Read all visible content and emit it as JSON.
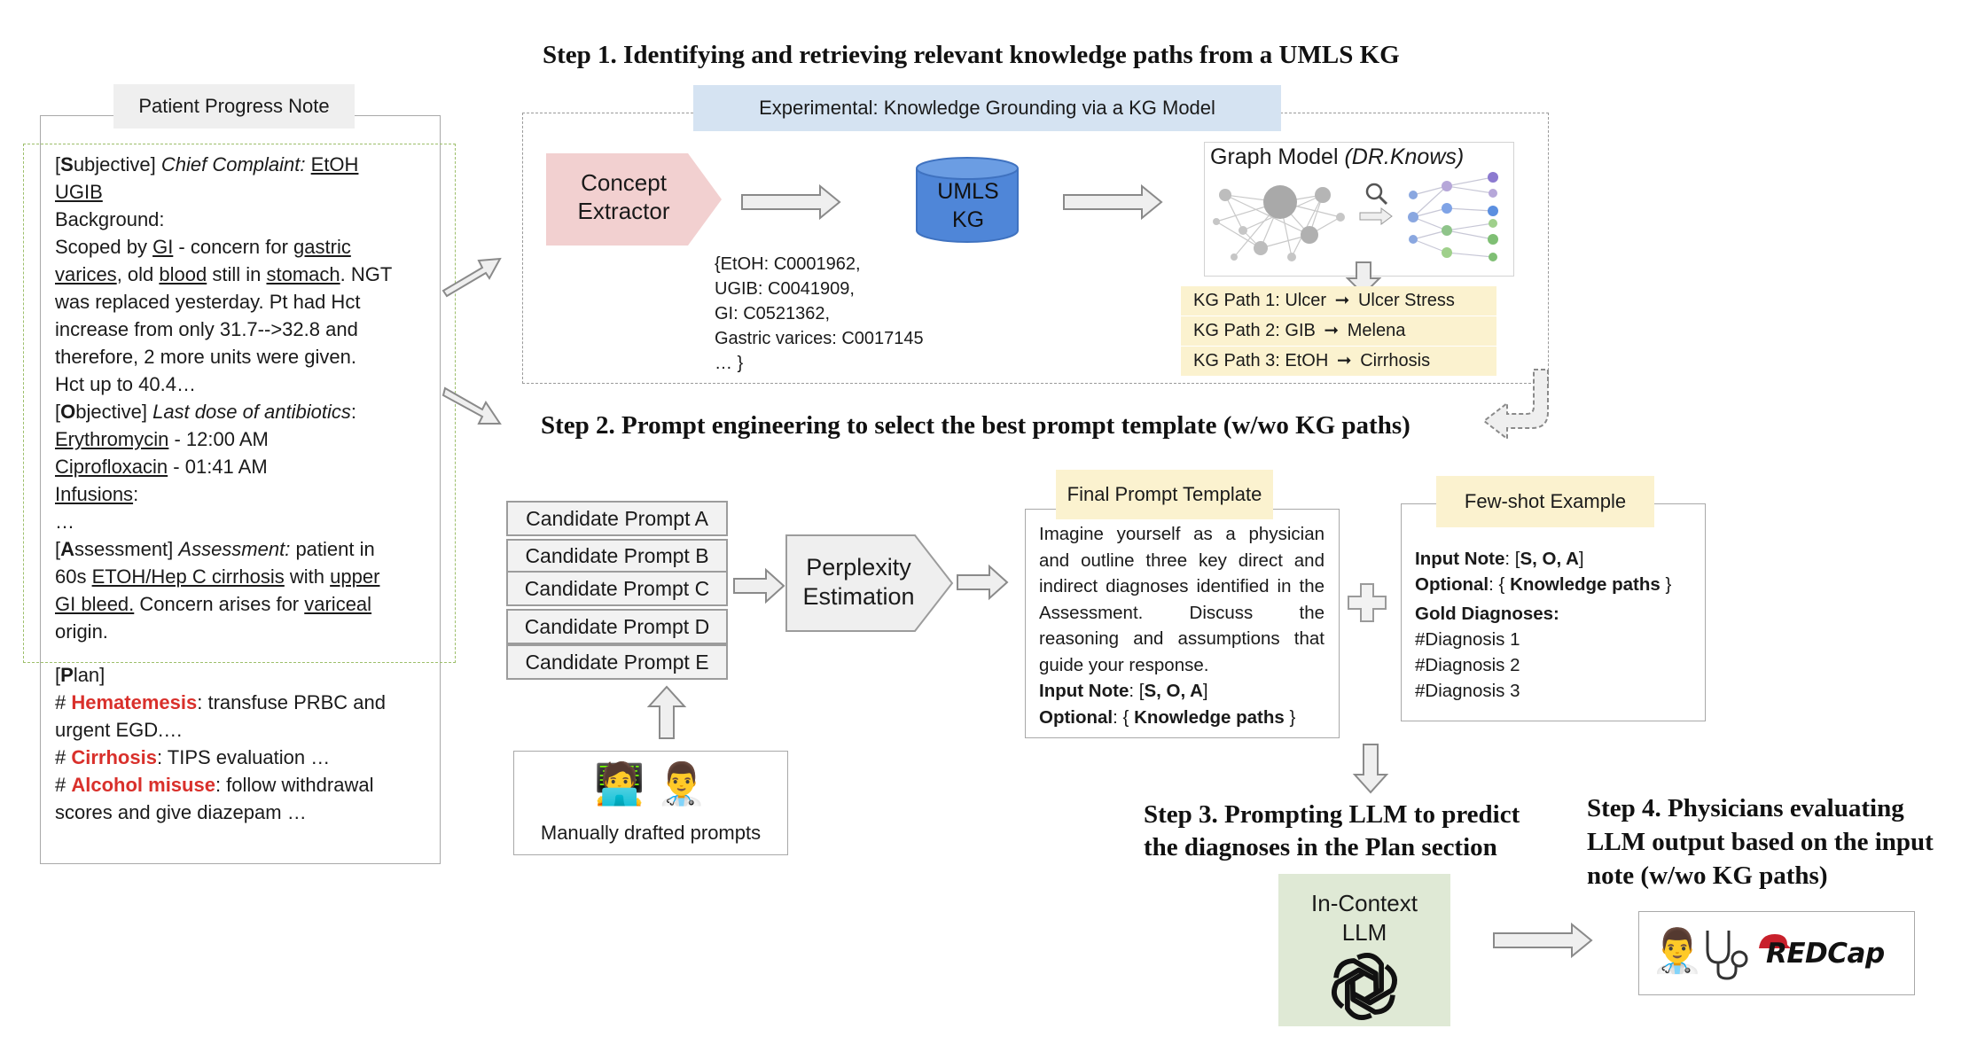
{
  "steps": {
    "step1": "Step 1.  Identifying and retrieving relevant knowledge paths from a UMLS KG",
    "step2": "Step 2. Prompt engineering to select the best prompt template (w/wo KG paths)",
    "step3_line1": "Step 3. Prompting LLM to predict",
    "step3_line2": "the diagnoses in the Plan section",
    "step4_line1": "Step 4. Physicians evaluating",
    "step4_line2": "LLM output based on the input",
    "step4_line3": "note (w/wo KG paths)"
  },
  "progress_note": {
    "title": "Patient Progress Note",
    "subjective_prefix": "[",
    "subjective_letter": "S",
    "subjective_rest": "ubjective] ",
    "chief_complaint_label": "Chief Complaint:",
    "etoh": "EtOH",
    "ugib": "UGIB",
    "background": "Background:",
    "scoped_by": "Scoped by ",
    "gi": "GI",
    "concern_for": " - concern for ",
    "gastric": "gastric",
    "varices": "varices",
    "old": ", old ",
    "blood": "blood",
    "still_in": " still in ",
    "stomach": "stomach",
    "ngt": ".  NGT",
    "line_replaced": "was replaced yesterday.  Pt had Hct",
    "line_increase": "increase from only 31.7-->32.8 and",
    "line_therefore": "therefore, 2 more units were given.",
    "line_hct": "Hct up to 40.4…",
    "objective_letter": "O",
    "objective_rest": "bjective] ",
    "last_dose_label": "Last dose of antibiotics",
    "colon": ":",
    "erythromycin": "Erythromycin",
    "erythromycin_time": " - 12:00 AM",
    "ciprofloxacin": "Ciprofloxacin",
    "ciprofloxacin_time": " - 01:41 AM",
    "infusions": "Infusions",
    "ellipsis": "…",
    "assessment_letter": "A",
    "assessment_rest": "ssessment] ",
    "assessment_label": "Assessment:",
    "assessment_patient": " patient in",
    "sixties": "60s ",
    "etoh_hep": "ETOH/Hep C cirrhosis",
    "with": " with ",
    "upper": "upper",
    "gi_bleed": "GI bleed.",
    "concern_arises": " Concern arises for ",
    "variceal": "variceal",
    "origin": "origin.",
    "plan_letter": "P",
    "plan_rest": "lan]",
    "hash": "# ",
    "hematemesis": "Hematemesis",
    "hematemesis_rest": ": transfuse PRBC and",
    "urgent": "urgent EGD.…",
    "cirrhosis": "Cirrhosis",
    "cirrhosis_rest": ": TIPS evaluation …",
    "alcohol": "Alcohol misuse",
    "alcohol_rest": ": follow withdrawal",
    "scores": "scores and give diazepam …"
  },
  "kg_section": {
    "banner": "Experimental: Knowledge Grounding via a KG Model",
    "concept_extractor_line1": "Concept",
    "concept_extractor_line2": "Extractor",
    "umls_line1": "UMLS",
    "umls_line2": "KG",
    "codes": [
      "{EtOH: C0001962,",
      "UGIB: C0041909,",
      "GI: C0521362,",
      "Gastric varices: C0017145",
      "… }"
    ],
    "graph_model_label": "Graph Model ",
    "graph_model_name": "(DR.Knows)",
    "paths": [
      {
        "label": "KG Path 1: Ulcer",
        "arrow": "➞",
        "target": "Ulcer Stress"
      },
      {
        "label": "KG Path 2: GIB",
        "arrow": "➞",
        "target": "Melena"
      },
      {
        "label": "KG Path 3: EtOH",
        "arrow": "➞",
        "target": "Cirrhosis"
      }
    ]
  },
  "prompt_section": {
    "candidates": [
      "Candidate Prompt A",
      "Candidate Prompt B",
      "Candidate Prompt C",
      "Candidate Prompt D",
      "Candidate Prompt E"
    ],
    "perplexity_line1": "Perplexity",
    "perplexity_line2": "Estimation",
    "manually_drafted": "Manually drafted prompts",
    "people_emoji": "🧑‍💻 👨‍⚕️",
    "final_template_title": "Final Prompt Template",
    "final_template_body": "Imagine yourself as a physician and outline three key direct and indirect diagnoses identified in the Assessment. Discuss the reasoning and assumptions that guide your response.",
    "input_note_label": "Input Note",
    "input_note_value": "S, O, A",
    "optional_label": "Optional",
    "optional_value": "Knowledge paths",
    "few_shot_title": "Few-shot Example",
    "gold_label": "Gold Diagnoses:",
    "diagnoses": [
      "#Diagnosis 1",
      "#Diagnosis 2",
      "#Diagnosis 3"
    ],
    "plus": "+"
  },
  "llm_section": {
    "line1": "In-Context",
    "line2": "LLM",
    "redcap": "REDCap",
    "doctor_emoji": "👨‍⚕️"
  },
  "colors": {
    "banner_blue": "#d5e3f2",
    "concept_pink": "#f2d0d0",
    "umls_blue": "#4f86d8",
    "kg_yellow": "#fbf2cf",
    "llm_green": "#dfe9d5",
    "hematemesis_red": "#d9302b"
  }
}
